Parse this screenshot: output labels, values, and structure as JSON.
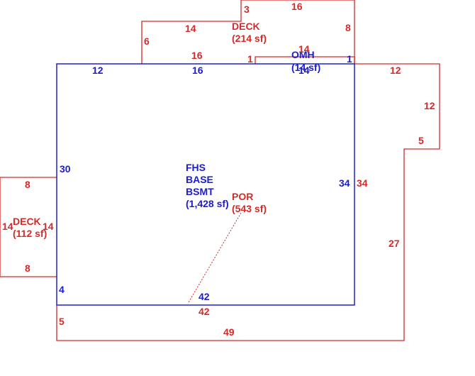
{
  "colors": {
    "main_structure": "#1c1ccf",
    "additions": "#d42a2a",
    "background": "#ffffff"
  },
  "areas": {
    "base": {
      "line1": "FHS",
      "line2": "BASE",
      "line3": "BSMT",
      "area": "(1,428 sf)"
    },
    "porch": {
      "name": "POR",
      "area": "(543 sf)"
    },
    "deck_top": {
      "name": "DECK",
      "area": "(214 sf)"
    },
    "deck_left": {
      "name": "DECK",
      "area": "(112 sf)"
    },
    "overhang": {
      "name": "OMH",
      "area": "(14 sf)"
    }
  },
  "dimensions": {
    "base_top_left": "12",
    "base_top_mid": "16",
    "base_left": "30",
    "base_left_low": "4",
    "base_right": "34",
    "base_bottom": "42",
    "omh_left": "1",
    "omh_right": "1",
    "omh_top": "14",
    "omh_bottom": "14",
    "deck_top_top": "16",
    "deck_top_right": "8",
    "deck_top_step": "3",
    "deck_top_mid": "14",
    "deck_top_left": "6",
    "deck_top_bottom": "16",
    "por_top": "12",
    "por_right_upper": "12",
    "por_step": "5",
    "por_right_lower": "27",
    "por_bottom": "49",
    "por_left": "5",
    "por_inner_bottom": "42",
    "por_right_inner": "34",
    "deck_left_top": "8",
    "deck_left_bottom": "8",
    "deck_left_outer": "14",
    "deck_left_inner": "14"
  }
}
